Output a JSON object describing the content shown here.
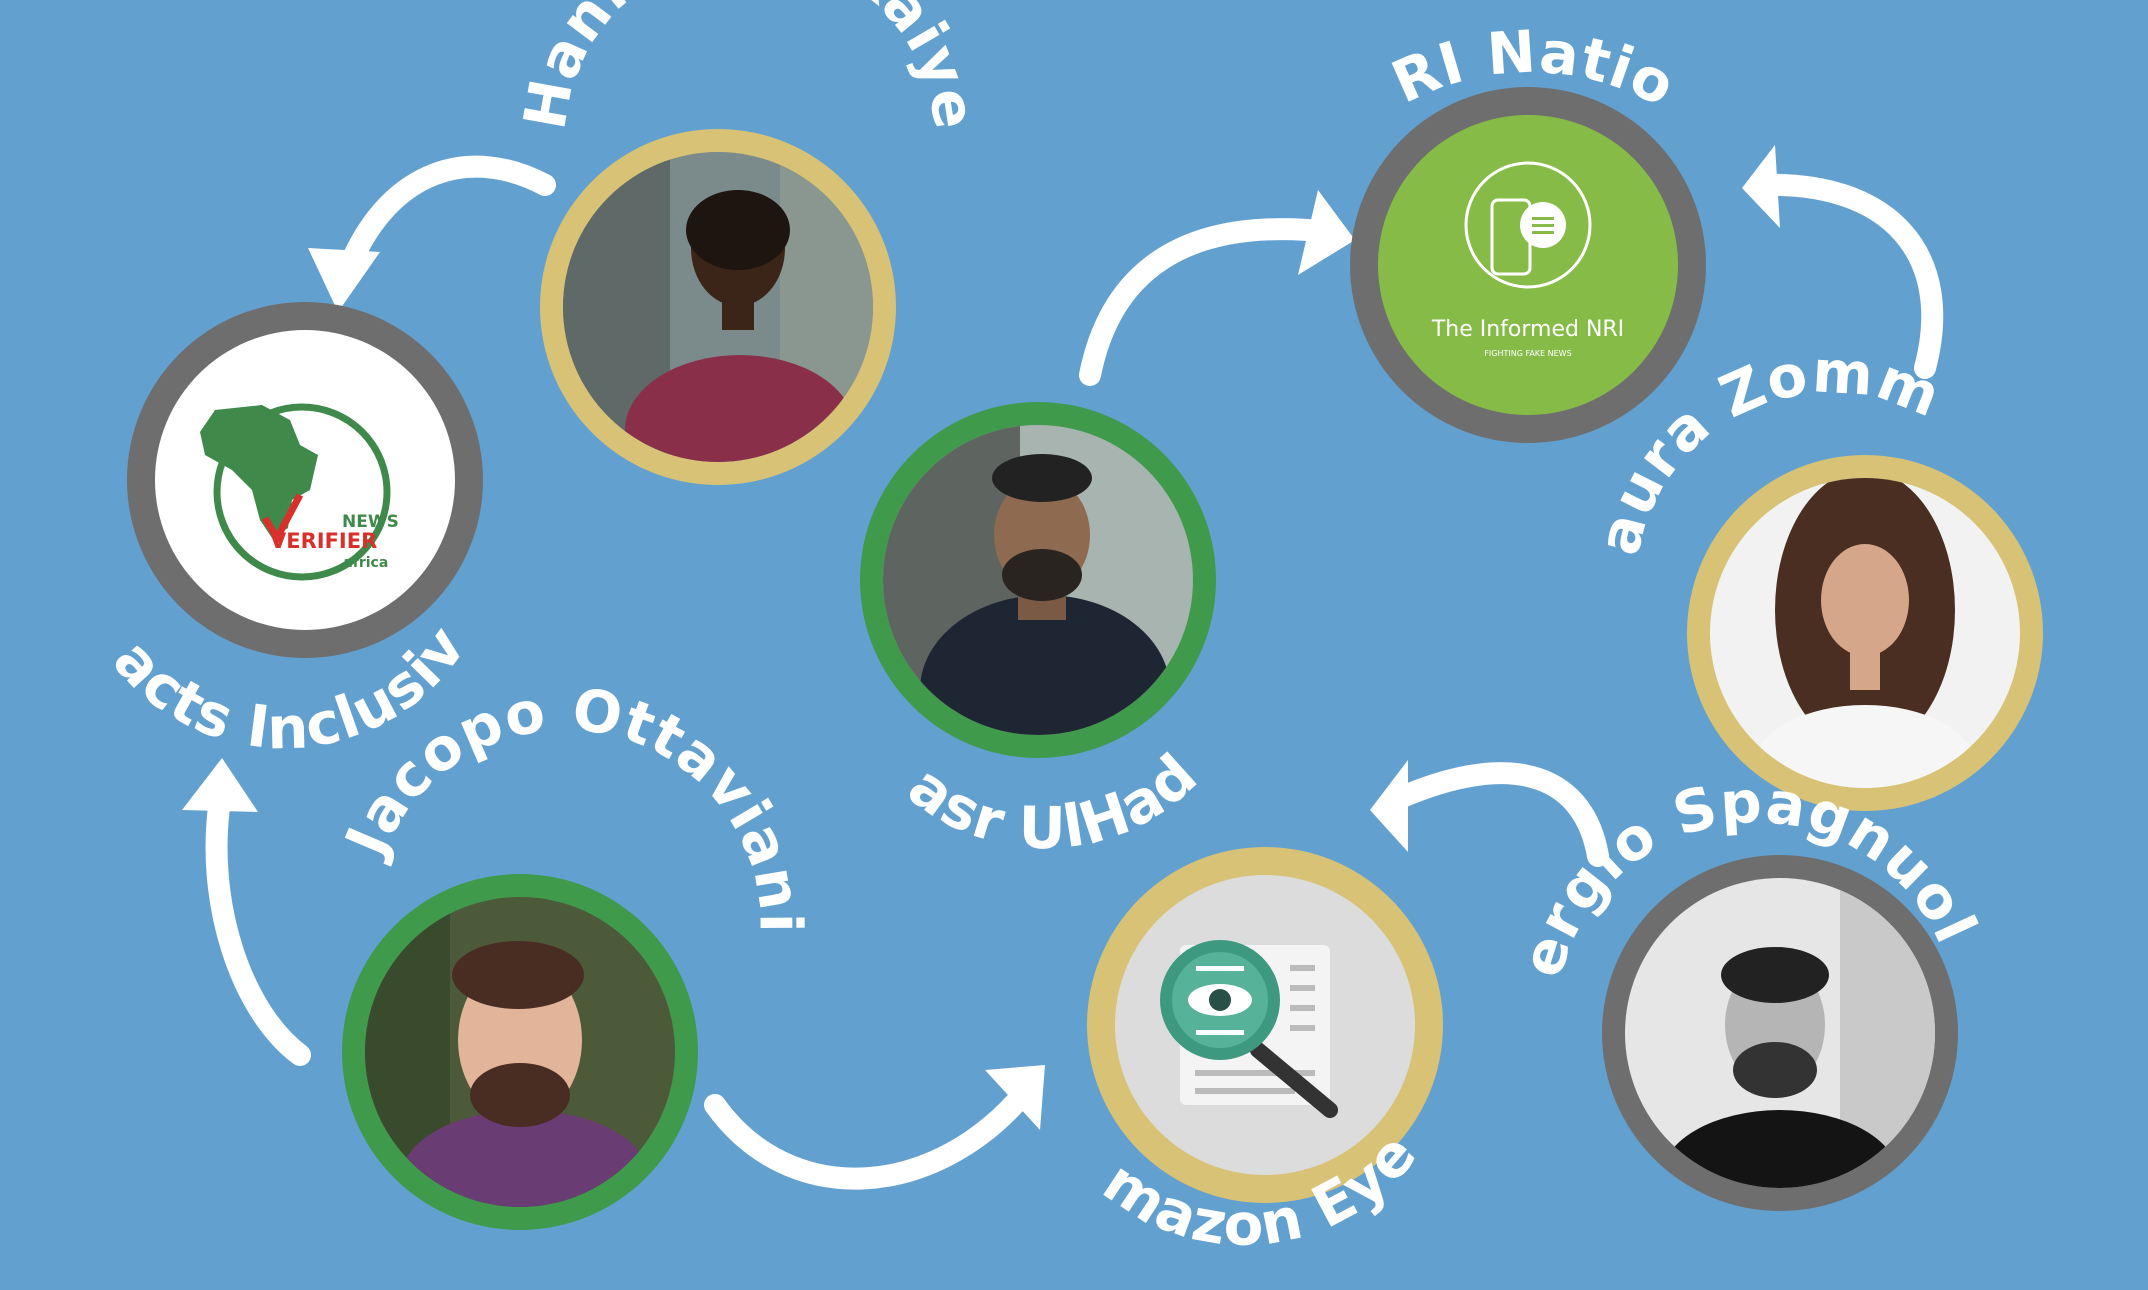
{
  "nodes": {
    "facts_inclusive": {
      "label": "Facts Inclusive",
      "logo": {
        "line1": "NEWS",
        "line2": "VERIFIER",
        "line3": ".africa",
        "icon": "africa-map-icon"
      }
    },
    "hannah": {
      "label": "Hannah Ajakaiye",
      "icon": "person-photo"
    },
    "nri_nation": {
      "label": "NRI Nation",
      "logo": {
        "title": "The Informed NRI",
        "tagline": "FIGHTING FAKE NEWS",
        "icon": "phone-chat-icon"
      }
    },
    "nasr": {
      "label": "Nasr UlHadi",
      "icon": "person-photo"
    },
    "laura": {
      "label": "Laura Zommer",
      "icon": "person-photo"
    },
    "jacopo": {
      "label": "Jacopo Ottaviani",
      "icon": "person-photo"
    },
    "amazon_eyes": {
      "label": "Amazon Eyes",
      "logo": {
        "icon": "magnifier-eye-icon"
      }
    },
    "sergio": {
      "label": "Sergio Spagnuolo",
      "icon": "person-photo"
    }
  },
  "colors": {
    "background": "#62a0d0",
    "ring_gray": "#6e6e6e",
    "ring_gold": "#d7c276",
    "ring_green": "#3f9a4c",
    "arrow": "#ffffff",
    "label": "#ffffff",
    "nri_green": "#86bb48",
    "africa_green": "#3f8a4a",
    "verifier_red": "#d8302b"
  }
}
